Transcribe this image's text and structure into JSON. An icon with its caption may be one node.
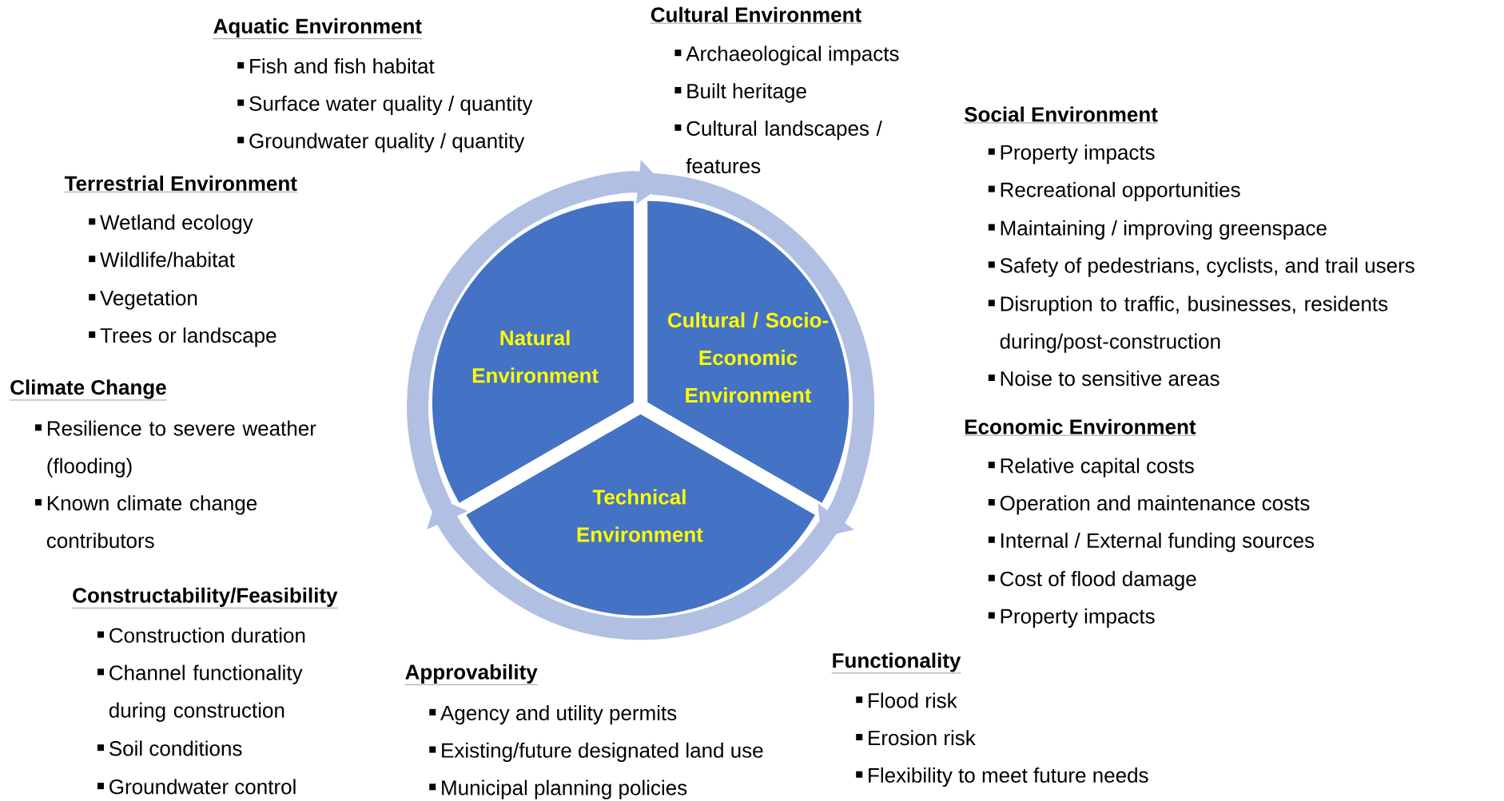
{
  "diagram": {
    "nodes": [
      {
        "text": [
          "Natural Environment"
        ]
      },
      {
        "text": [
          "Cultural / Socio-Economic Environment"
        ]
      },
      {
        "text": [
          "Technical Environment"
        ]
      }
    ],
    "edges": [
      {
        "from": 0,
        "to": 1,
        "arrow": "to"
      },
      {
        "from": 1,
        "to": 2,
        "arrow": "to"
      },
      {
        "from": 2,
        "to": 0,
        "arrow": "to"
      }
    ],
    "labels": [
      "Aquatic Environment",
      "Fish and fish habitat",
      "Surface water quality / quantity",
      "Groundwater quality / quantity",
      "Cultural Environment",
      "Archaeological impacts",
      "Built heritage",
      "Cultural landscapes / features",
      "Social Environment",
      "Property impacts",
      "Recreational opportunities",
      "Maintaining / improving greenspace",
      "Safety of pedestrians, cyclists, and trail users",
      "Disruption to traffic, businesses, residents during/post-construction",
      "Noise to sensitive areas",
      "Terrestrial Environment",
      "Wetland ecology",
      "Wildlife/habitat",
      "Vegetation",
      "Trees or landscape",
      "Climate Change",
      "Resilience to severe weather (flooding)",
      "Known climate change contributors",
      "Economic Environment",
      "Relative capital costs",
      "Operation and maintenance costs",
      "Internal / External funding sources",
      "Cost of flood damage",
      "Property impacts",
      "Constructability/Feasibility",
      "Construction duration",
      "Channel functionality during construction",
      "Soil conditions",
      "Groundwater control",
      "Approvability",
      "Agency and utility permits",
      "Existing/future designated land use",
      "Municipal planning policies",
      "Functionality",
      "Flood risk",
      "Erosion risk",
      "Flexibility to meet future needs"
    ]
  }
}
